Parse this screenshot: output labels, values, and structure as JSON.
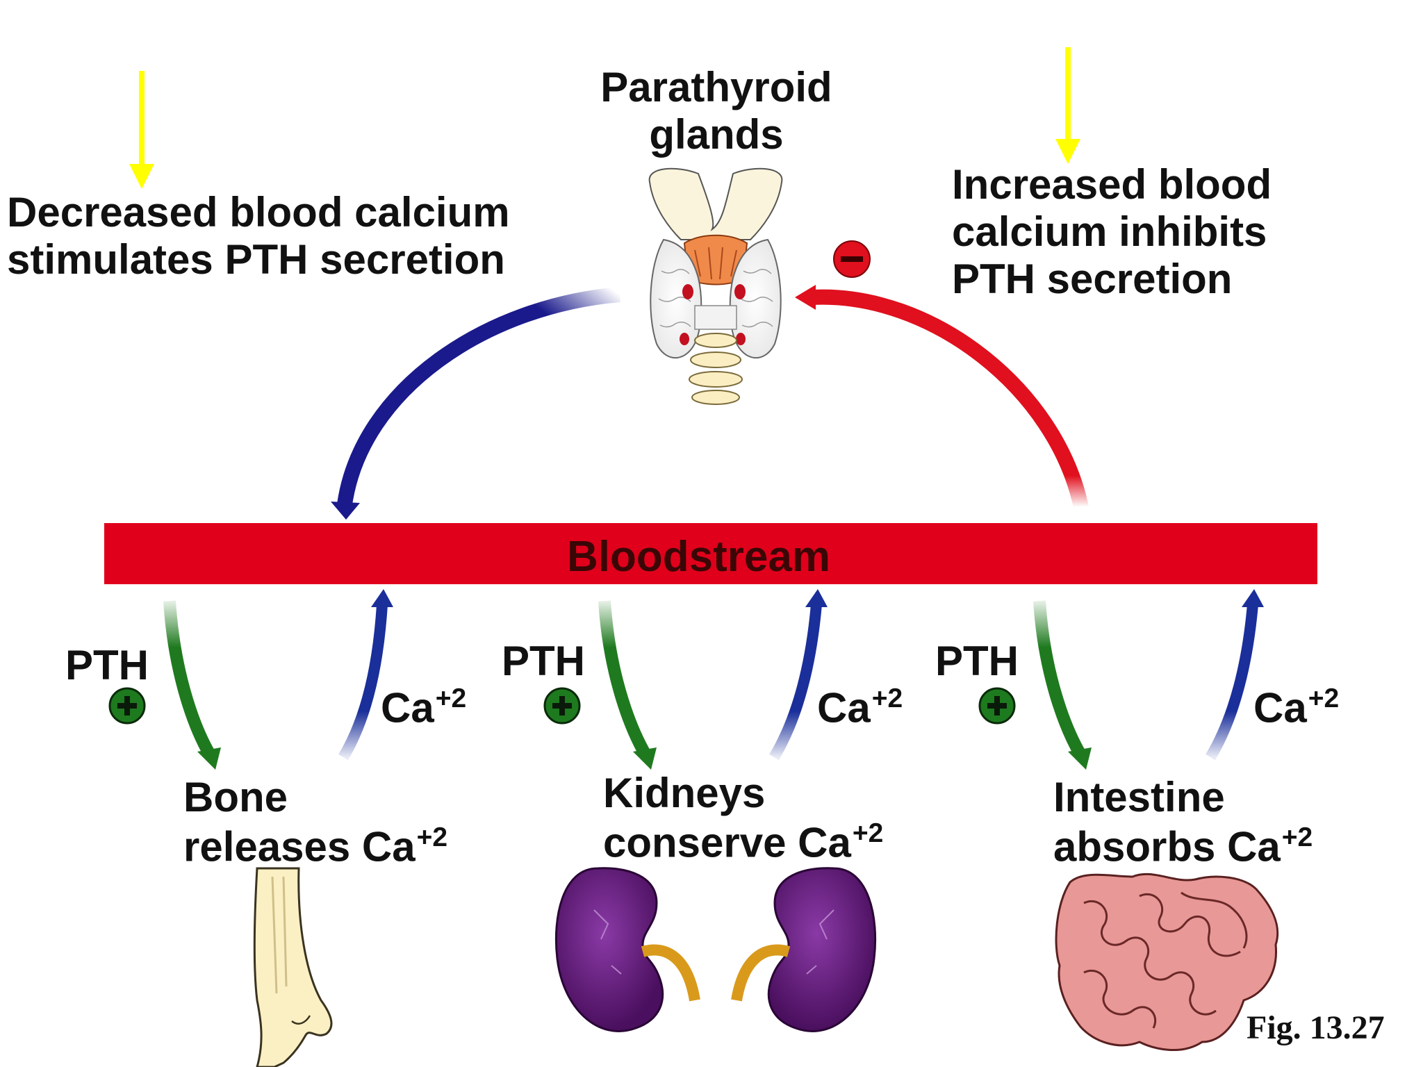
{
  "left_note": {
    "line1": "Decreased blood calcium",
    "line2": "stimulates PTH secretion"
  },
  "right_note": {
    "line1": "Increased blood",
    "line2": "calcium inhibits",
    "line3": "PTH secretion"
  },
  "gland": {
    "line1": "Parathyroid",
    "line2": "glands"
  },
  "inhibit_sign": "−",
  "stimulate_sign": "+",
  "bloodstream": "Bloodstream",
  "pth_label": "PTH",
  "ca_label": "Ca",
  "ca_charge": "+2",
  "bone": {
    "line1": "Bone",
    "line2": "releases Ca",
    "charge": "+2"
  },
  "kidneys": {
    "line1": "Kidneys",
    "line2": "conserve Ca",
    "charge": "+2"
  },
  "intestine": {
    "line1": "Intestine",
    "line2": "absorbs Ca",
    "charge": "+2"
  },
  "figure_caption": "Fig. 13.27",
  "colors": {
    "highlight_arrow": "#ffff00",
    "band": "#e0001b",
    "stimulate_arrow": "#1a1a8c",
    "inhibit_arrow": "#e0101e",
    "pth_arrow": "#1f7a1f",
    "calcium_arrow": "#1a2f9a",
    "kidney": "#5a1670",
    "intestine": "#e89896"
  }
}
